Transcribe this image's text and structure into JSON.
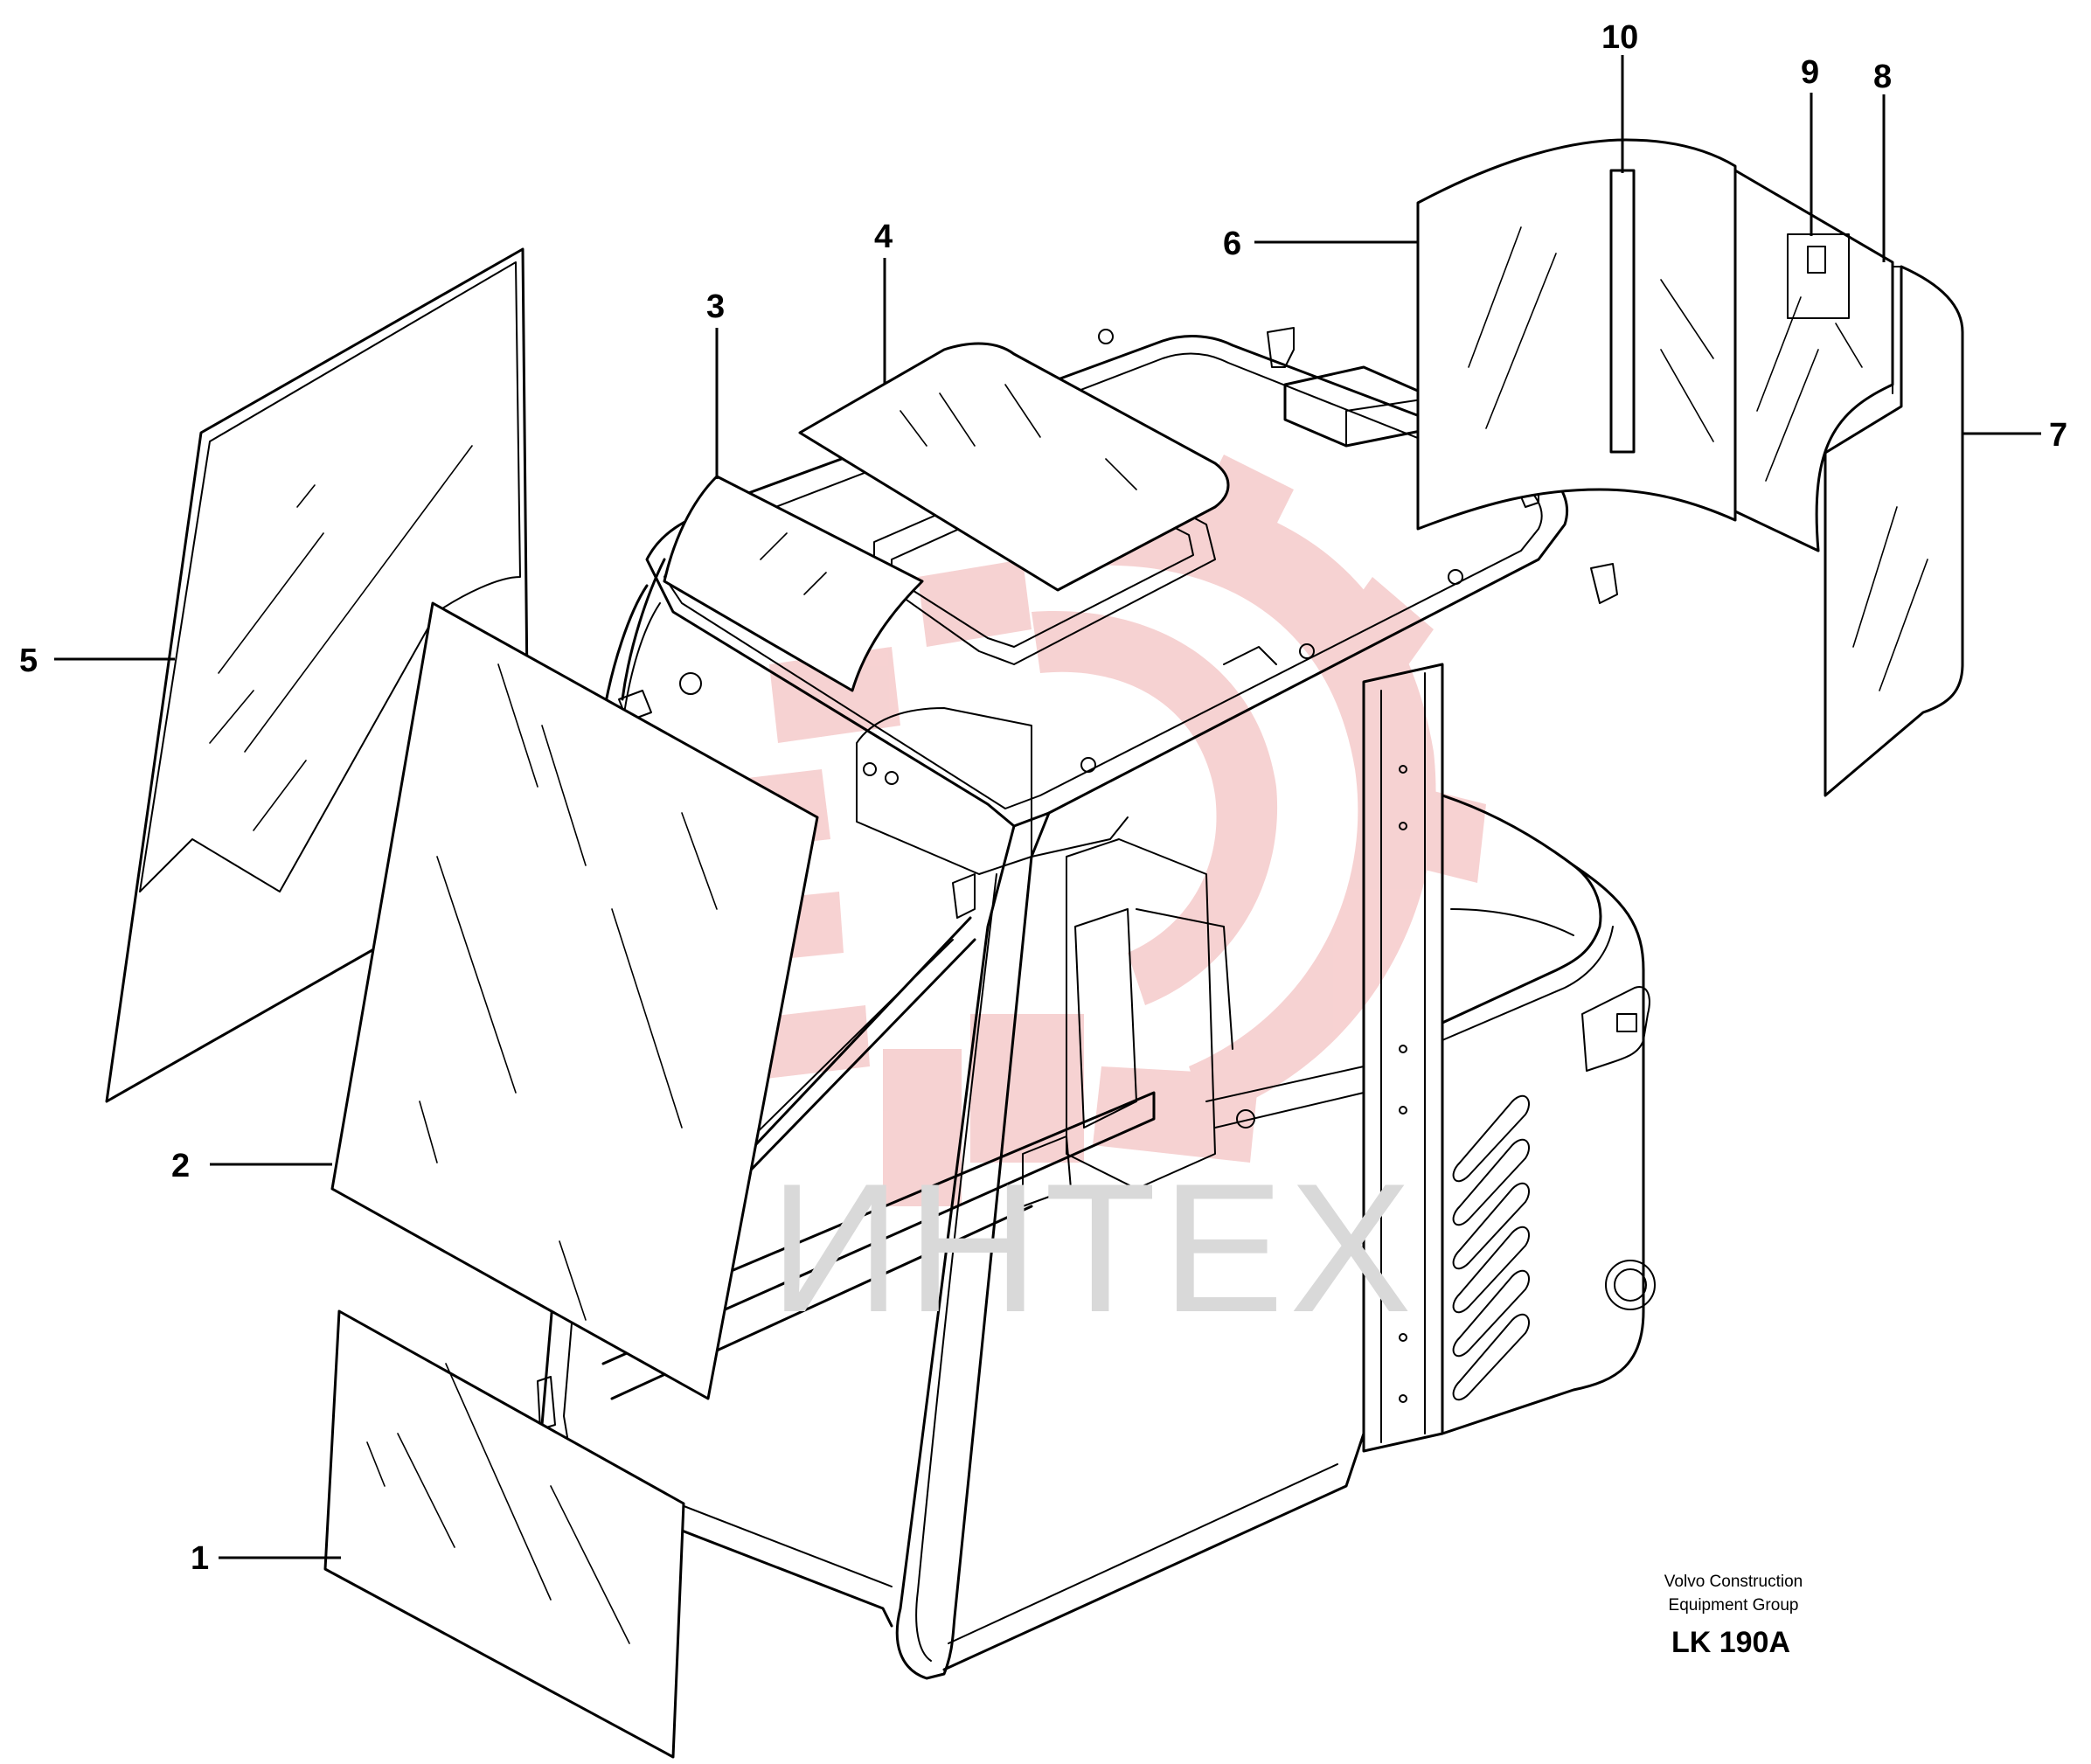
{
  "diagram": {
    "parts": [
      {
        "id": "1",
        "label": "1"
      },
      {
        "id": "2",
        "label": "2"
      },
      {
        "id": "3",
        "label": "3"
      },
      {
        "id": "4",
        "label": "4"
      },
      {
        "id": "5",
        "label": "5"
      },
      {
        "id": "6",
        "label": "6"
      },
      {
        "id": "7",
        "label": "7"
      },
      {
        "id": "8",
        "label": "8"
      },
      {
        "id": "9",
        "label": "9"
      },
      {
        "id": "10",
        "label": "10"
      }
    ],
    "watermark_text": "ИНТЕХ",
    "footer": {
      "line1": "Volvo Construction",
      "line2": "Equipment Group",
      "code": "LK 190A"
    },
    "colors": {
      "line": "#000000",
      "background": "#ffffff",
      "watermark_logo": "#f4c3c3",
      "watermark_text": "#d9d9d9"
    }
  }
}
